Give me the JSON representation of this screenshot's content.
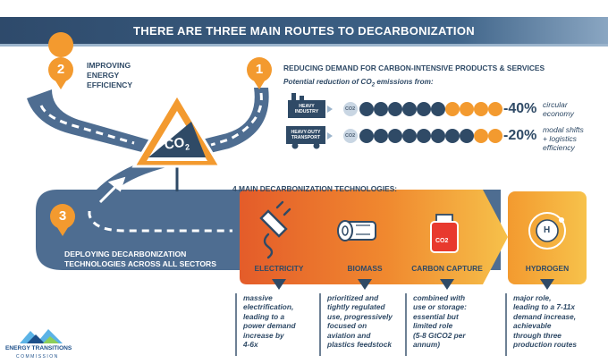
{
  "banner": {
    "title": "THERE ARE THREE MAIN ROUTES TO DECARBONIZATION"
  },
  "routes": {
    "r1": {
      "number": "1",
      "title": "REDUCING DEMAND FOR CARBON-INTENSIVE PRODUCTS & SERVICES"
    },
    "r2": {
      "number": "2",
      "line1": "IMPROVING",
      "line2": "ENERGY",
      "line3": "EFFICIENCY"
    },
    "r3": {
      "number": "3",
      "line1": "DEPLOYING DECARBONIZATION",
      "line2": "TECHNOLOGIES ACROSS ALL SECTORS"
    }
  },
  "sign": {
    "text": "CO",
    "sub": "2"
  },
  "demand": {
    "subtitle_pre": "Potential reduction of CO",
    "subtitle_sub": "2",
    "subtitle_post": " emissions from:",
    "rows": [
      {
        "sector_line1": "HEAVY",
        "sector_line2": "INDUSTRY",
        "chip": "CO2",
        "value": "-40%",
        "desc_line1": "circular",
        "desc_line2": "economy"
      },
      {
        "sector_line1": "HEAVY-DUTY",
        "sector_line2": "TRANSPORT",
        "chip": "CO2",
        "value": "-20%",
        "desc_line1": "modal shifts",
        "desc_line2": "+ logistics",
        "desc_line3": "efficiency"
      }
    ]
  },
  "technologies": {
    "title": "4 MAIN DECARBONIZATION TECHNOLOGIES:",
    "items": [
      {
        "name": "ELECTRICITY",
        "desc": [
          "massive",
          "electrification,",
          "leading to a",
          "power demand",
          "increase by",
          "4-6x"
        ]
      },
      {
        "name": "BIOMASS",
        "desc": [
          "prioritized and",
          "tightly regulated",
          "use, progressively",
          "focused on",
          "aviation and",
          "plastics feedstock"
        ]
      },
      {
        "name": "CARBON CAPTURE",
        "chip": "CO2",
        "desc": [
          "combined with",
          "use or storage:",
          "essential but",
          "limited role",
          "(5-8 GtCO2 per",
          "annum)"
        ]
      },
      {
        "name": "HYDROGEN",
        "symbol": "H",
        "desc": [
          "major role,",
          "leading to a 7-11x",
          "demand increase,",
          "achievable",
          "through three",
          "production routes"
        ]
      }
    ]
  },
  "logo": {
    "line1": "ENERGY TRANSITIONS",
    "line2": "COMMISSION"
  },
  "colors": {
    "navy": "#3b5a7d",
    "orange": "#f39a2f",
    "dark_orange": "#e26a2c",
    "road": "#4e6d91",
    "text": "#2f4a66"
  }
}
